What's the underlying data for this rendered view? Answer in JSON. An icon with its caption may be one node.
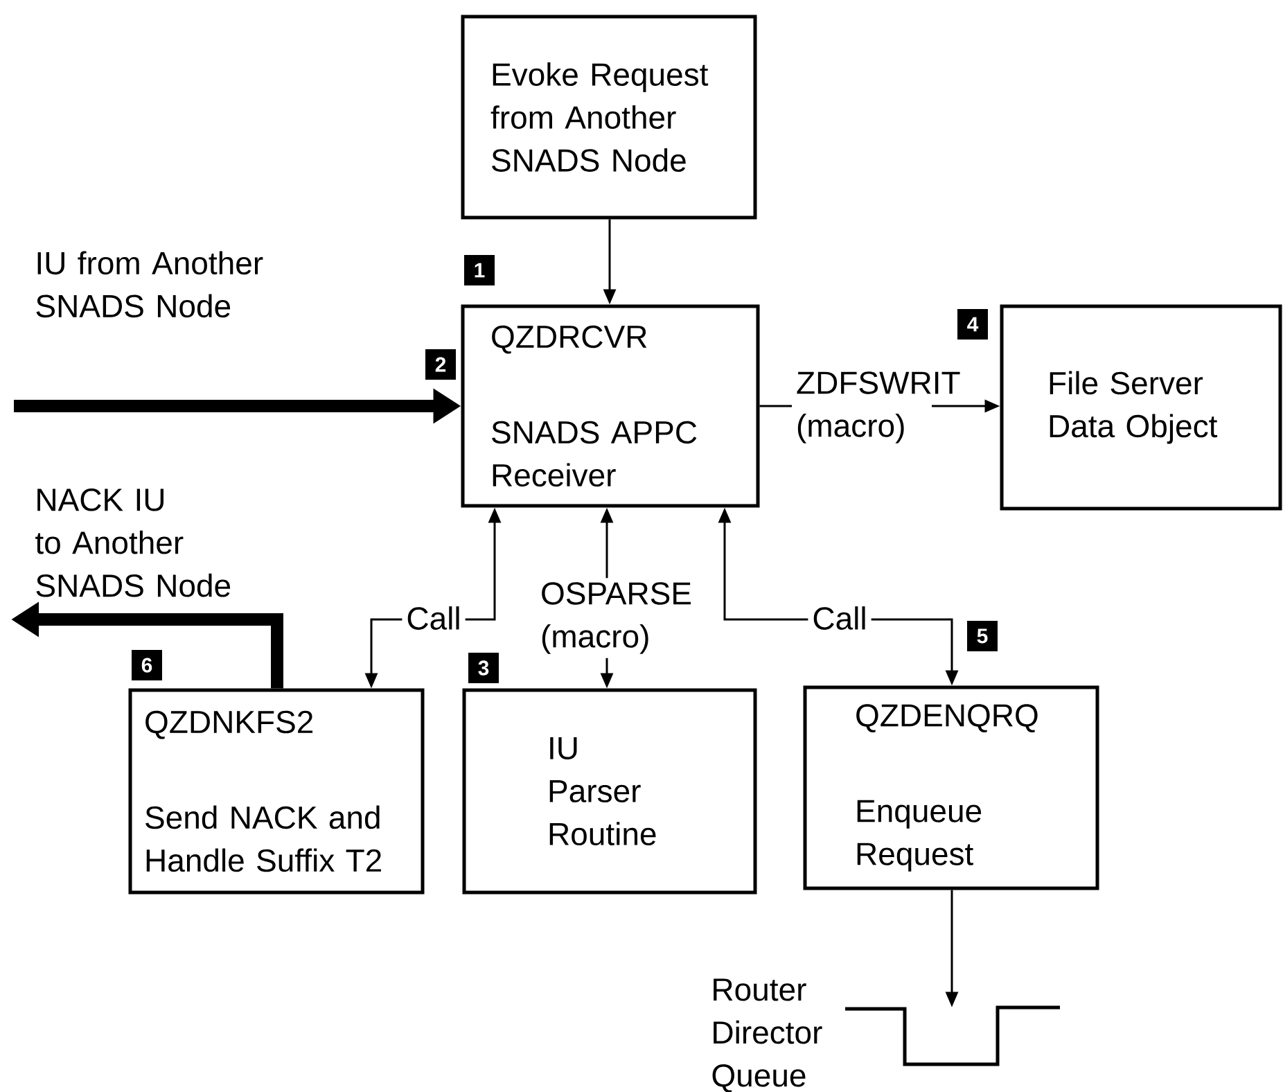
{
  "diagram": {
    "nodes": [
      {
        "text": [
          "Evoke Request from Another SNADS Node"
        ]
      },
      {
        "text": [
          "QZDRCVR",
          "SNADS APPC Receiver"
        ]
      },
      {
        "text": [
          "File Server Data Object"
        ]
      },
      {
        "text": [
          "QZDNKFS2",
          "Send NACK and Handle Suffix T2"
        ]
      },
      {
        "text": [
          "IU Parser Routine"
        ]
      },
      {
        "text": [
          "QZDENQRQ",
          "Enqueue Request"
        ]
      },
      {
        "text": [],
        "shape": "queue",
        "beside": [
          "Router Director Queue"
        ]
      }
    ],
    "edges": [
      {
        "from": 0,
        "to": 1,
        "arrow": "to"
      },
      {
        "from": null,
        "to": 1,
        "arrow": "to",
        "style": "thick",
        "label": "IU from Another SNADS Node"
      },
      {
        "from": 1,
        "to": 2,
        "arrow": "to",
        "label": "ZDFSWRIT (macro)"
      },
      {
        "from": 1,
        "to": 3,
        "arrow": "both",
        "label": "Call"
      },
      {
        "from": 1,
        "to": 4,
        "arrow": "both",
        "label": "OSPARSE (macro)"
      },
      {
        "from": 1,
        "to": 5,
        "arrow": "both",
        "label": "Call"
      },
      {
        "from": 3,
        "to": null,
        "arrow": "to",
        "style": "thick",
        "label": "NACK IU to Another SNADS Node"
      },
      {
        "from": 5,
        "to": 6,
        "arrow": "to"
      }
    ],
    "labels": [
      "1",
      "4",
      "2",
      "5",
      "6",
      "3"
    ]
  }
}
